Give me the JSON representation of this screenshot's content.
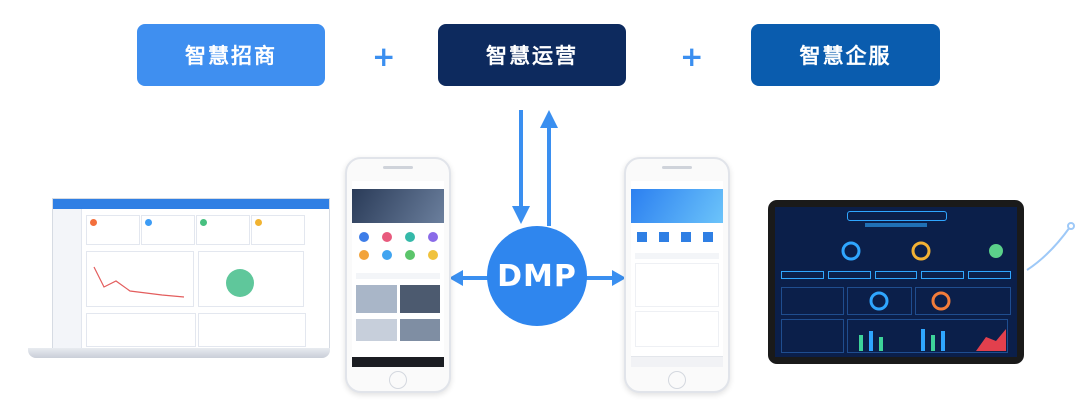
{
  "pills": [
    {
      "label": "智慧招商",
      "color": "#3f8ff0"
    },
    {
      "label": "智慧运营",
      "color": "#0d2a5e"
    },
    {
      "label": "智慧企服",
      "color": "#0a5cae"
    }
  ],
  "plus_symbol": "+",
  "center": {
    "label": "DMP",
    "color": "#2f86ee"
  },
  "devices": [
    "laptop",
    "phone-left",
    "phone-right",
    "tablet"
  ]
}
